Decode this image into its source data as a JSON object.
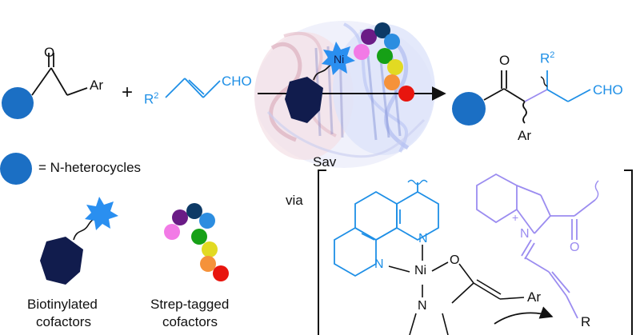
{
  "colors": {
    "heterocycle": "#1b6fc4",
    "blue_bond": "#1e8fe6",
    "purple_bond": "#9b8cf0",
    "ni_star": "#2a8ff0",
    "biotin_navy": "#111c4d",
    "black": "#111111",
    "strep_tag": [
      "#f27ae6",
      "#6a1b86",
      "#0d3a66",
      "#2c8de0",
      "#16a016",
      "#e2da22",
      "#f5923a",
      "#e8150e"
    ]
  },
  "reactant": {
    "ketone_o": "O",
    "aryl": "Ar"
  },
  "plus": "+",
  "enal": {
    "r_group": "R",
    "r_sup": "2",
    "cho": "CHO"
  },
  "catalyst": {
    "ni": "Ni",
    "protein": "Sav"
  },
  "product": {
    "ketone_o": "O",
    "r_group": "R",
    "r_sup": "2",
    "cho": "CHO",
    "aryl": "Ar"
  },
  "legend": {
    "heterocycle_text": "= N-heterocycles",
    "biotinylated_line1": "Biotinylated",
    "biotinylated_line2": "cofactors",
    "strep_line1": "Strep-tagged",
    "strep_line2": "cofactors"
  },
  "intermediate": {
    "via": "via",
    "ni": "Ni",
    "n_top": "N",
    "n_left": "N",
    "n_bottom": "N",
    "o_enolate": "O",
    "aryl": "Ar",
    "iminium_plus": "+",
    "iminium_n": "N",
    "carbonyl_o": "O",
    "r_group": "R"
  }
}
